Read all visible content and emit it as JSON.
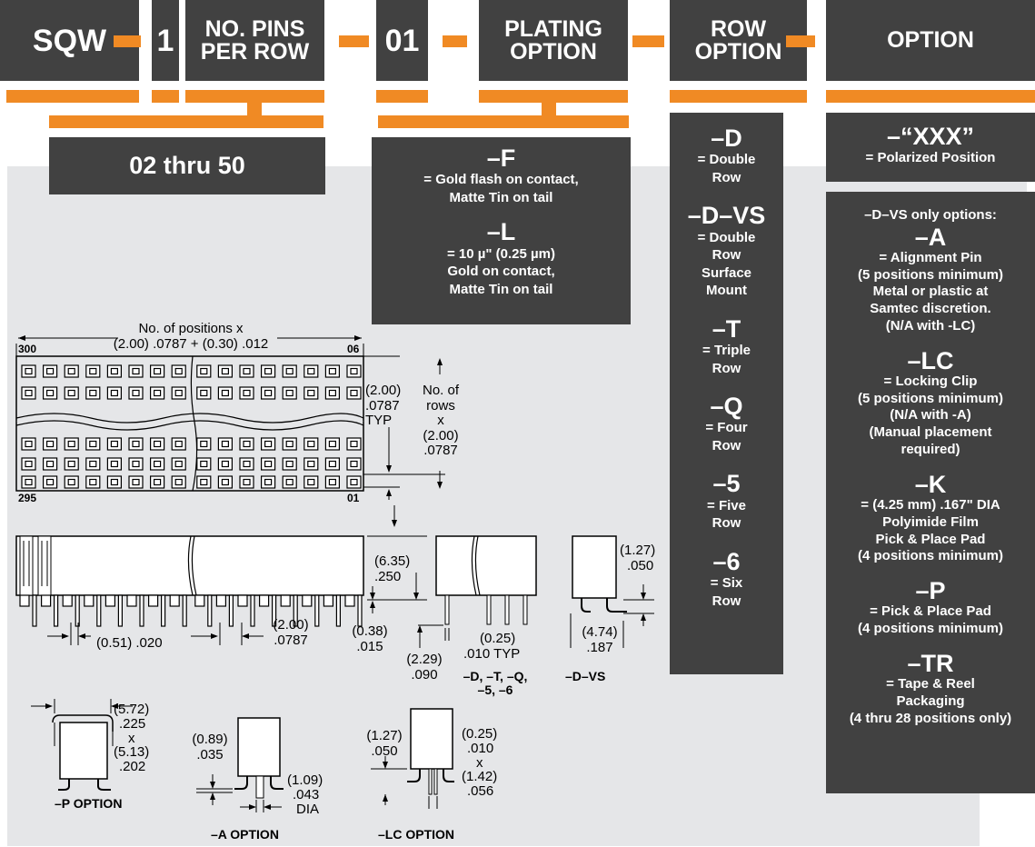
{
  "header": {
    "series": "SQW",
    "pins_value": "1",
    "pins_label_1": "NO. PINS",
    "pins_label_2": "PER ROW",
    "plating_value": "01",
    "plating_label_1": "PLATING",
    "plating_label_2": "OPTION",
    "row_label_1": "ROW",
    "row_label_2": "OPTION",
    "option_label": "OPTION"
  },
  "pins_range": "02 thru 50",
  "plating_options": [
    {
      "code": "–F",
      "lines": [
        "= Gold flash on contact,",
        "Matte Tin on tail"
      ]
    },
    {
      "code": "–L",
      "lines": [
        "= 10 µ\" (0.25 µm)",
        "Gold on contact,",
        "Matte Tin on tail"
      ]
    }
  ],
  "row_options": [
    {
      "code": "–D",
      "lines": [
        "= Double",
        "Row"
      ]
    },
    {
      "code": "–D–VS",
      "lines": [
        "= Double",
        "Row",
        "Surface",
        "Mount"
      ]
    },
    {
      "code": "–T",
      "lines": [
        "= Triple",
        "Row"
      ]
    },
    {
      "code": "–Q",
      "lines": [
        "= Four",
        "Row"
      ]
    },
    {
      "code": "–5",
      "lines": [
        "= Five",
        "Row"
      ]
    },
    {
      "code": "–6",
      "lines": [
        "= Six",
        "Row"
      ]
    }
  ],
  "polarized": {
    "code": "–“XXX”",
    "desc": "= Polarized Position"
  },
  "options_heading": "–D–VS only options:",
  "options": [
    {
      "code": "–A",
      "lines": [
        "= Alignment Pin",
        "(5 positions minimum)",
        "Metal or plastic at",
        "Samtec discretion.",
        "(N/A with -LC)"
      ]
    },
    {
      "code": "–LC",
      "lines": [
        "= Locking Clip",
        "(5 positions minimum)",
        "(N/A with -A)",
        "(Manual placement",
        "required)"
      ]
    },
    {
      "code": "–K",
      "lines": [
        "= (4.25 mm) .167\" DIA",
        "Polyimide Film",
        "Pick & Place Pad",
        "(4 positions minimum)"
      ]
    },
    {
      "code": "–P",
      "lines": [
        "= Pick & Place Pad",
        "(4 positions minimum)"
      ]
    },
    {
      "code": "–TR",
      "lines": [
        "= Tape & Reel",
        "Packaging",
        "(4 thru 28 positions only)"
      ]
    }
  ],
  "drawing": {
    "positions_label": "No. of positions x",
    "positions_formula": "(2.00) .0787 + (0.30) .012",
    "pos_300": "300",
    "pos_06": "06",
    "pos_295": "295",
    "pos_01": "01",
    "pitch_typ": [
      "(2.00)",
      ".0787",
      "TYP"
    ],
    "rows_label": [
      "No. of",
      "rows",
      "x",
      "(2.00)",
      ".0787"
    ],
    "height": [
      "(6.35)",
      ".250"
    ],
    "tail_gap": [
      "(0.38)",
      ".015"
    ],
    "tail_len": [
      "(2.29)",
      ".090"
    ],
    "tail_w": [
      "(0.25)",
      ".010 TYP"
    ],
    "tail_dia": "(0.51) .020",
    "pitch_bottom": [
      "(2.00)",
      ".0787"
    ],
    "dvs_h1": [
      "(1.27)",
      ".050"
    ],
    "dvs_h2": [
      "(4.74)",
      ".187"
    ],
    "dtq_label": [
      "–D, –T, –Q,",
      "–5, –6"
    ],
    "dvs_label": "–D–VS",
    "p_dims": [
      "(5.72)",
      ".225",
      "x",
      "(5.13)",
      ".202"
    ],
    "p_label": "–P OPTION",
    "a_dims_left": [
      "(0.89)",
      ".035"
    ],
    "a_dims_right": [
      "(1.09)",
      ".043",
      "DIA"
    ],
    "a_label": "–A OPTION",
    "lc_dims_left": [
      "(1.27)",
      ".050"
    ],
    "lc_dims_right": [
      "(0.25)",
      ".010",
      "x",
      "(1.42)",
      ".056"
    ],
    "lc_label": "–LC  OPTION"
  }
}
